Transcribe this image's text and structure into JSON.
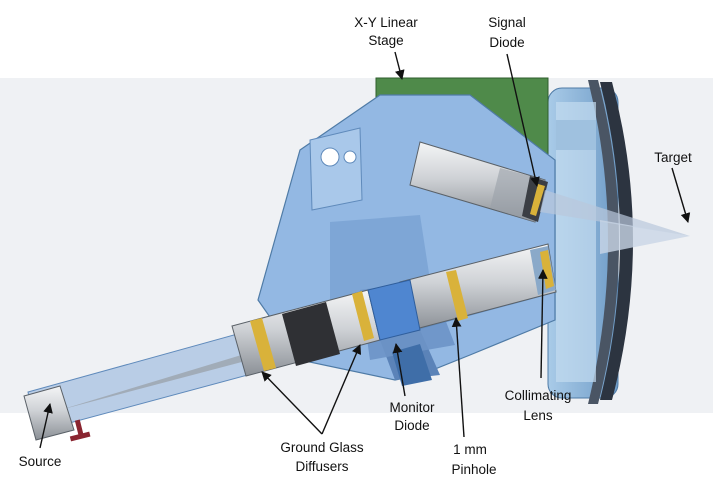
{
  "labels": {
    "stage_line1": "X-Y Linear",
    "stage_line2": "Stage",
    "signal_line1": "Signal",
    "signal_line2": "Diode",
    "target": "Target",
    "monitor_line1": "Monitor",
    "monitor_line2": "Diode",
    "collimating_line1": "Collimating",
    "collimating_line2": "Lens",
    "diffusers_line1": "Ground Glass",
    "diffusers_line2": "Diffusers",
    "pinhole_line1": "1 mm",
    "pinhole_line2": "Pinhole",
    "source": "Source"
  },
  "colors": {
    "housing_blue": "#93b8e3",
    "housing_dark": "#6d94c7",
    "stage_green": "#4f8a4a",
    "cylinder_grey": "#c9ccd0",
    "dark_band": "#2f3034",
    "beam_grey": "#9aa0a8",
    "lens_gold": "#d9b23a",
    "background_grey": "#eff1f4"
  }
}
